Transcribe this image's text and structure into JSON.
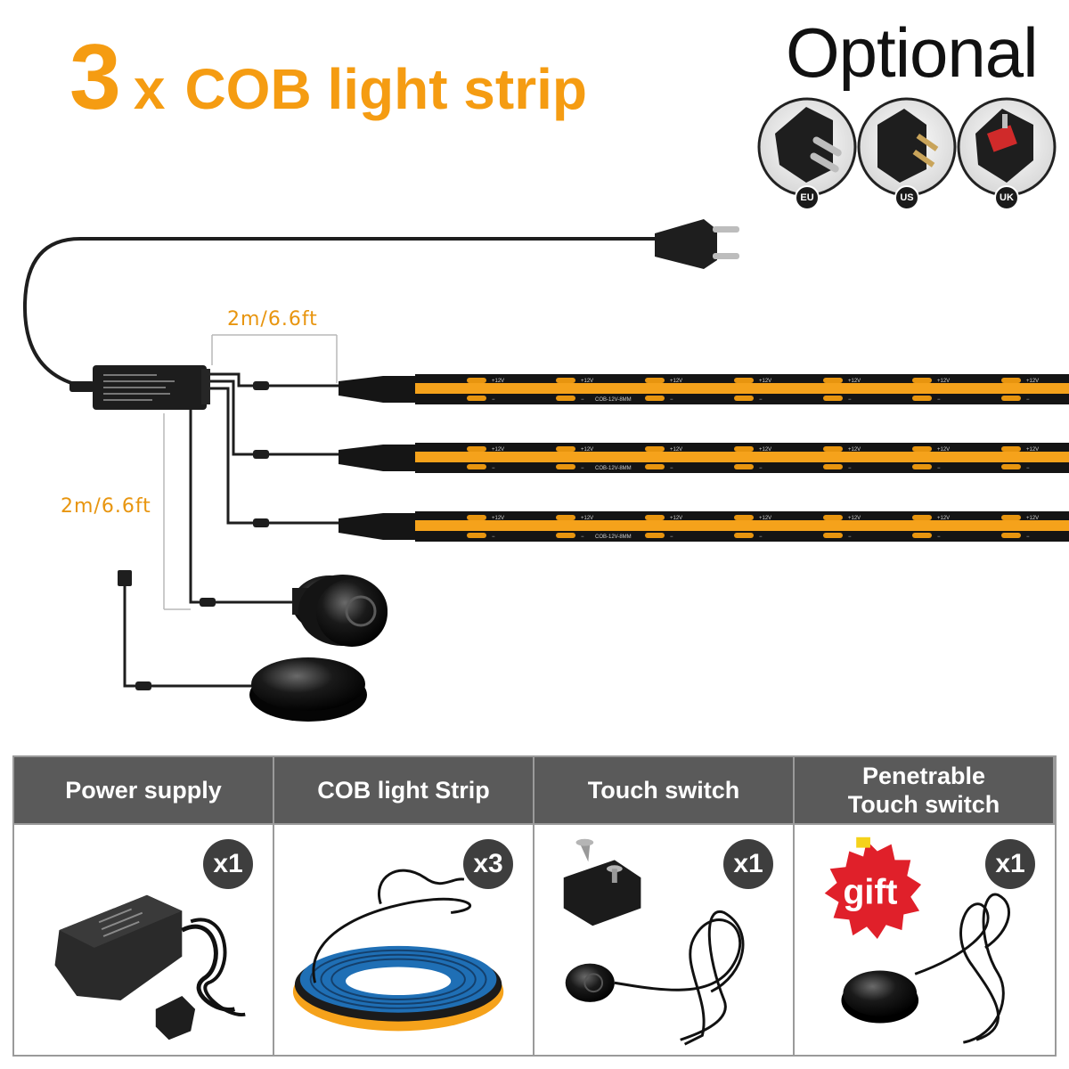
{
  "headline": {
    "count": "3",
    "multiplier": "x",
    "product": "COB light strip"
  },
  "optional": {
    "title": "Optional",
    "plugs": [
      {
        "label": "EU"
      },
      {
        "label": "US"
      },
      {
        "label": "UK"
      }
    ]
  },
  "dimensions": {
    "strip_lead": "2m/6.6ft",
    "sensor_lead": "2m/6.6ft"
  },
  "strip_print": {
    "voltage": "+12V",
    "model": "COB-12V-8MM",
    "minus": "−"
  },
  "table": {
    "columns": [
      {
        "header": "Power supply",
        "qty": "x1"
      },
      {
        "header": "COB light Strip",
        "qty": "x3"
      },
      {
        "header": "Touch switch",
        "qty": "x1"
      },
      {
        "header_line1": "Penetrable",
        "header_line2": "Touch switch",
        "qty": "x1"
      }
    ],
    "gift_label": "gift"
  },
  "colors": {
    "accent": "#f59c12",
    "strip": "#f5a21b",
    "header_bg": "#5a5a5a",
    "badge_bg": "#3e3e3e"
  }
}
